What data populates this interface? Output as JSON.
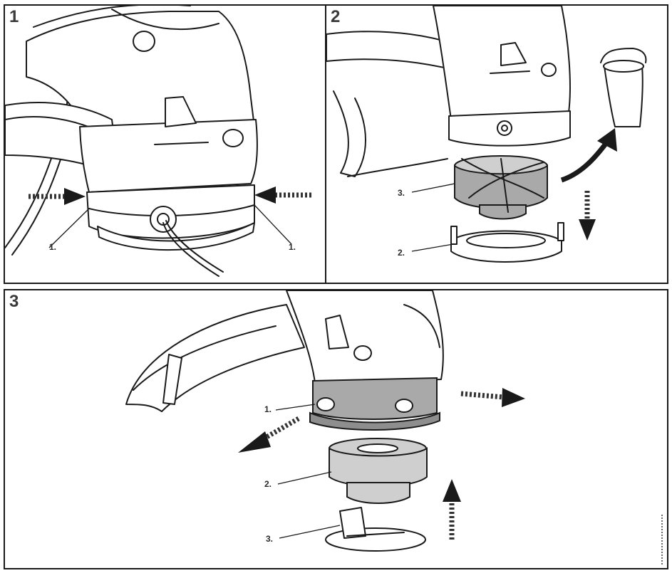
{
  "panels": [
    {
      "number": "1",
      "callouts": [
        "1.",
        "1."
      ]
    },
    {
      "number": "2",
      "callouts": [
        "3.",
        "2."
      ]
    },
    {
      "number": "3",
      "callouts": [
        "1.",
        "2.",
        "3."
      ]
    }
  ],
  "colors": {
    "line": "#1a1a1a",
    "part_grey": "#a9a9a9",
    "frame": "#1a1a1a"
  },
  "icons": {
    "arrow": "dashed-arrow-icon"
  }
}
